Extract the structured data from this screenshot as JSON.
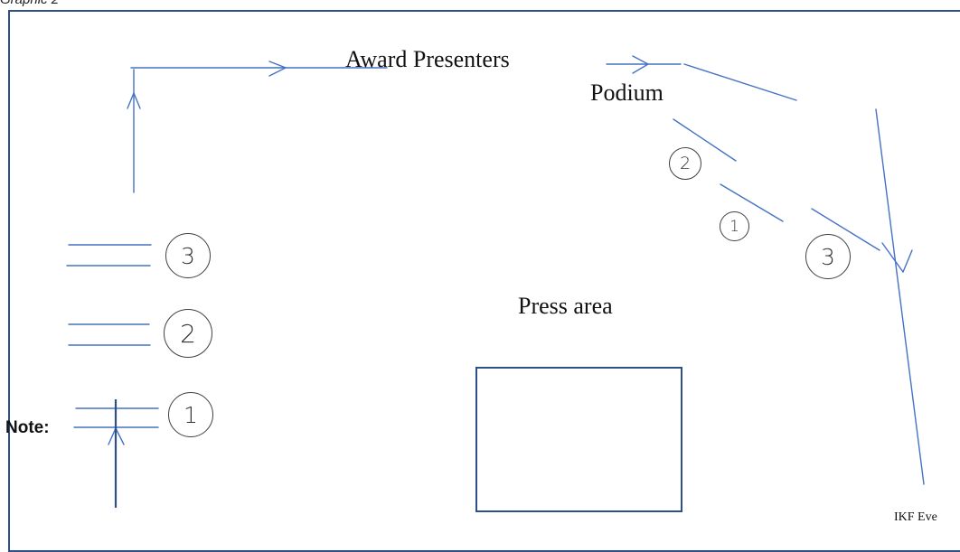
{
  "diagram": {
    "caption": "Graphic 2",
    "labels": {
      "award_presenters": "Award Presenters",
      "podium": "Podium",
      "press_area": "Press area",
      "note": "Note:",
      "organizer": "IKF Eve"
    },
    "left_positions": [
      {
        "number": "3"
      },
      {
        "number": "2"
      },
      {
        "number": "1"
      }
    ],
    "podium_positions": [
      {
        "number": "2"
      },
      {
        "number": "1"
      },
      {
        "number": "3"
      }
    ],
    "colors": {
      "line": "#4472c4",
      "frame": "#2f4f8a",
      "circle": "#404040"
    }
  }
}
